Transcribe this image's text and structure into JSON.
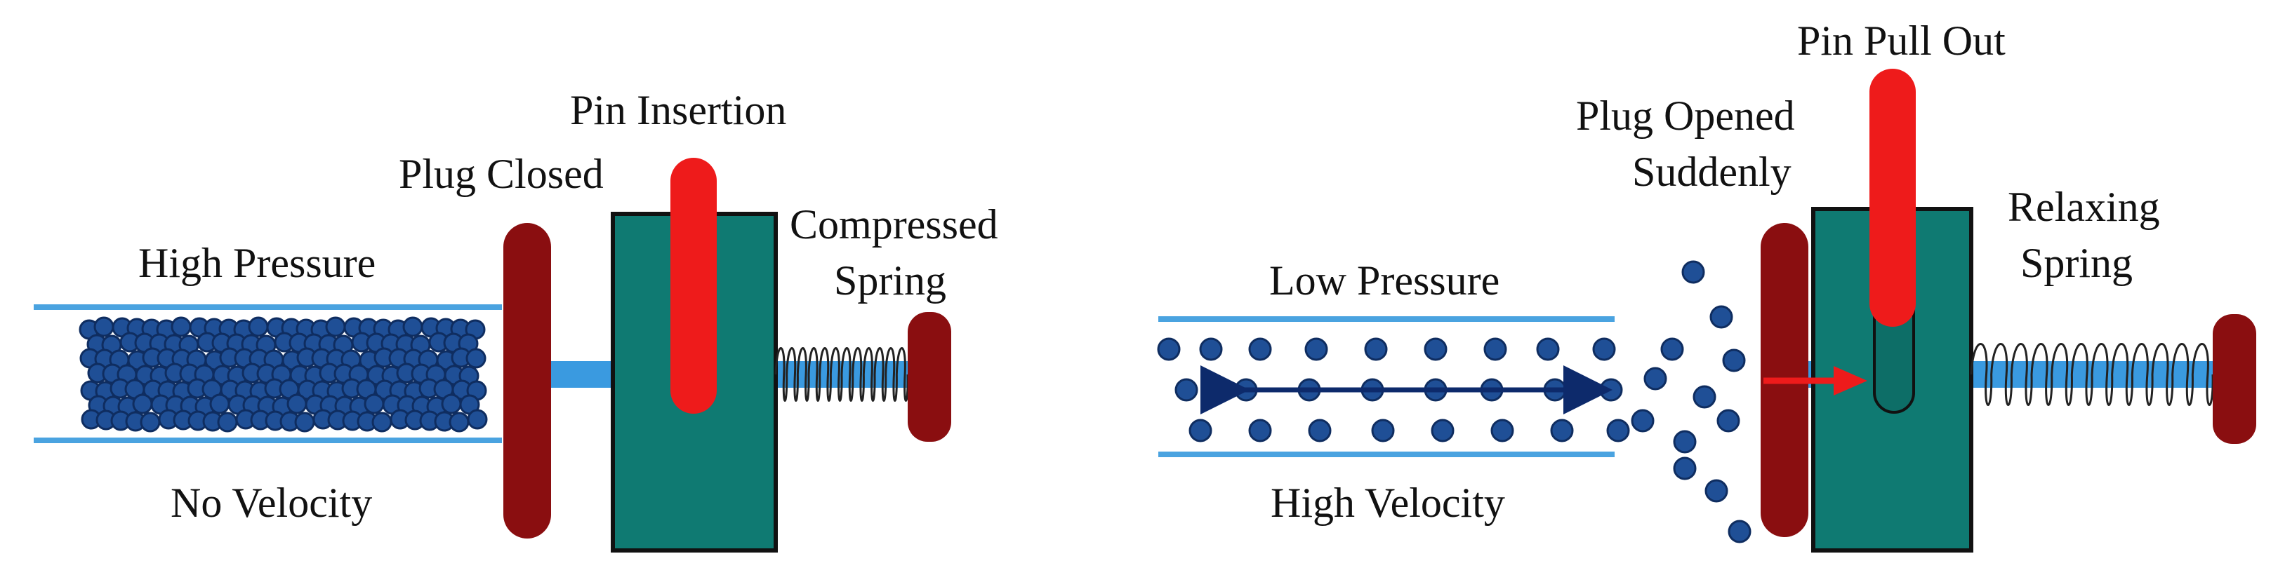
{
  "left_panel": {
    "labels": {
      "high_pressure": "High Pressure",
      "no_velocity": "No Velocity",
      "plug_closed": "Plug Closed",
      "pin_insertion": "Pin Insertion",
      "compressed_spring_line1": "Compressed",
      "compressed_spring_line2": "Spring"
    }
  },
  "right_panel": {
    "labels": {
      "low_pressure": "Low Pressure",
      "high_velocity": "High Velocity",
      "plug_opened_line1": "Plug Opened",
      "plug_opened_line2": "Suddenly",
      "pin_pull_out": "Pin Pull Out",
      "relaxing_spring_line1": "Relaxing",
      "relaxing_spring_line2": "Spring"
    }
  },
  "colors": {
    "tube": "#4aa3e0",
    "rod": "#3a9ae0",
    "particle": "#1f4f96",
    "particle_edge": "#0f2d60",
    "plug": "#8a0e10",
    "body": "#0f7a72",
    "pin": "#ee1b1b",
    "arrow_dark": "#0d2a6b",
    "arrow_red": "#ee1b1b"
  }
}
